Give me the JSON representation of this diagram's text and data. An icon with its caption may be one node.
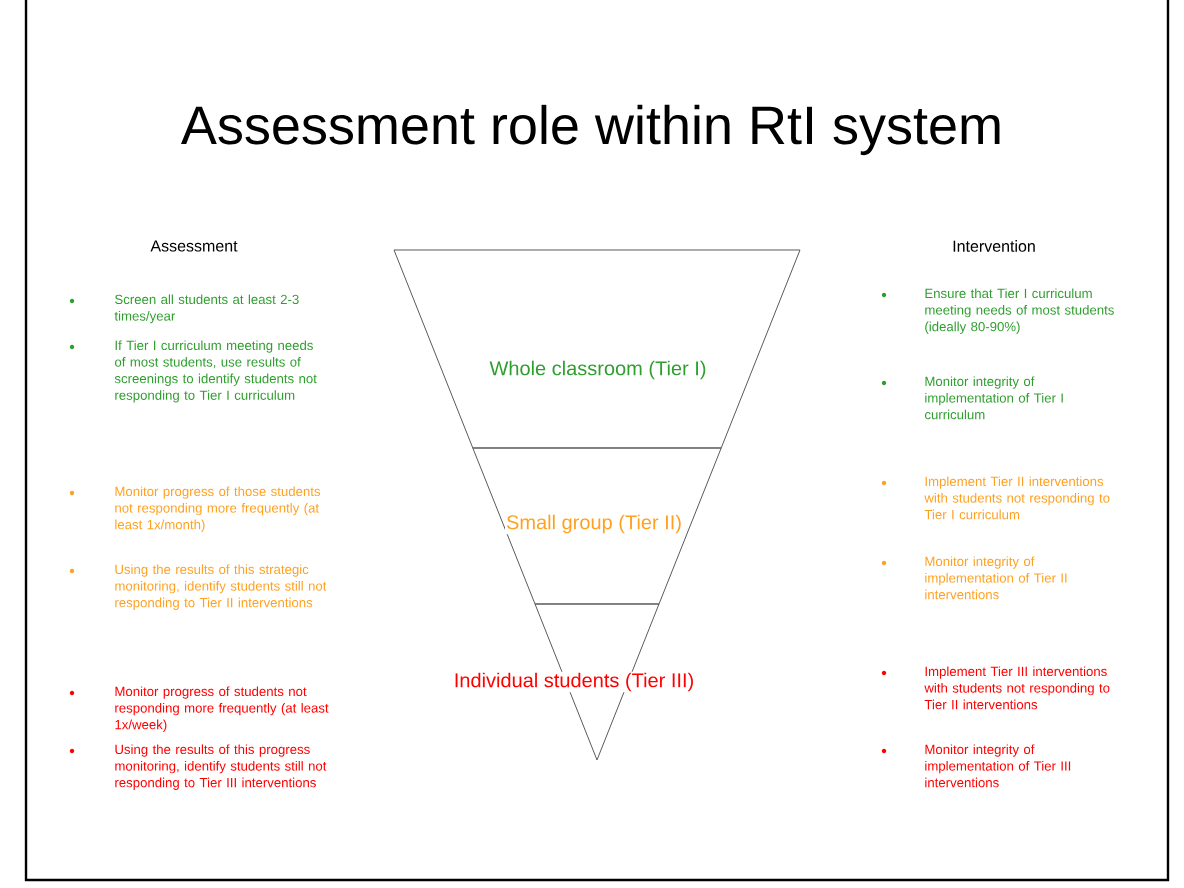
{
  "diagram": {
    "title": "Assessment role within RtI system",
    "nodes": [
      {
        "text": [
          "Whole classroom (Tier I)"
        ]
      },
      {
        "text": [
          "Small group (Tier II)"
        ]
      },
      {
        "text": [
          "Individual students (Tier III)"
        ]
      }
    ],
    "labels": [
      "Assessment",
      "Intervention",
      "Screen all students at least 2-3 times/year",
      "If Tier I curriculum meeting needs of most students, use results of screenings to identify students not responding to Tier I curriculum",
      "Monitor progress of those students not responding more frequently (at least 1x/month)",
      "Using the results of this strategic monitoring, identify students still not responding to Tier II interventions",
      "Monitor progress of students not responding more frequently (at least 1x/week)",
      "Using the results of this progress monitoring, identify students still not responding to Tier III interventions",
      "Ensure that Tier I curriculum meeting needs of most students (ideally 80-90%)",
      "Monitor integrity of implementation of Tier I curriculum",
      "Implement Tier II interventions with students not responding to Tier I curriculum",
      "Monitor integrity of implementation of Tier II interventions",
      "Implement Tier III interventions with students not responding to Tier II interventions",
      "Monitor integrity of implementation of Tier III interventions"
    ]
  }
}
